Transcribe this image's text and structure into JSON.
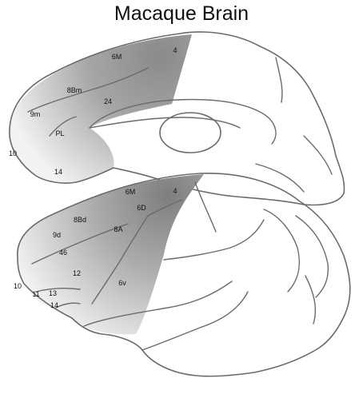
{
  "title": "Macaque Brain",
  "colors": {
    "shade_dark": "#8a8a8a",
    "shade_light": "#f2f2f2",
    "outline": "#6b6b6b"
  },
  "medial_view": {
    "labels": [
      "6M",
      "4",
      "8Bm",
      "24",
      "9m",
      "PL",
      "10",
      "14"
    ]
  },
  "lateral_view": {
    "labels": [
      "6M",
      "4",
      "6D",
      "8Bd",
      "8A",
      "9d",
      "46",
      "12",
      "6v",
      "10",
      "11",
      "13",
      "14"
    ]
  }
}
